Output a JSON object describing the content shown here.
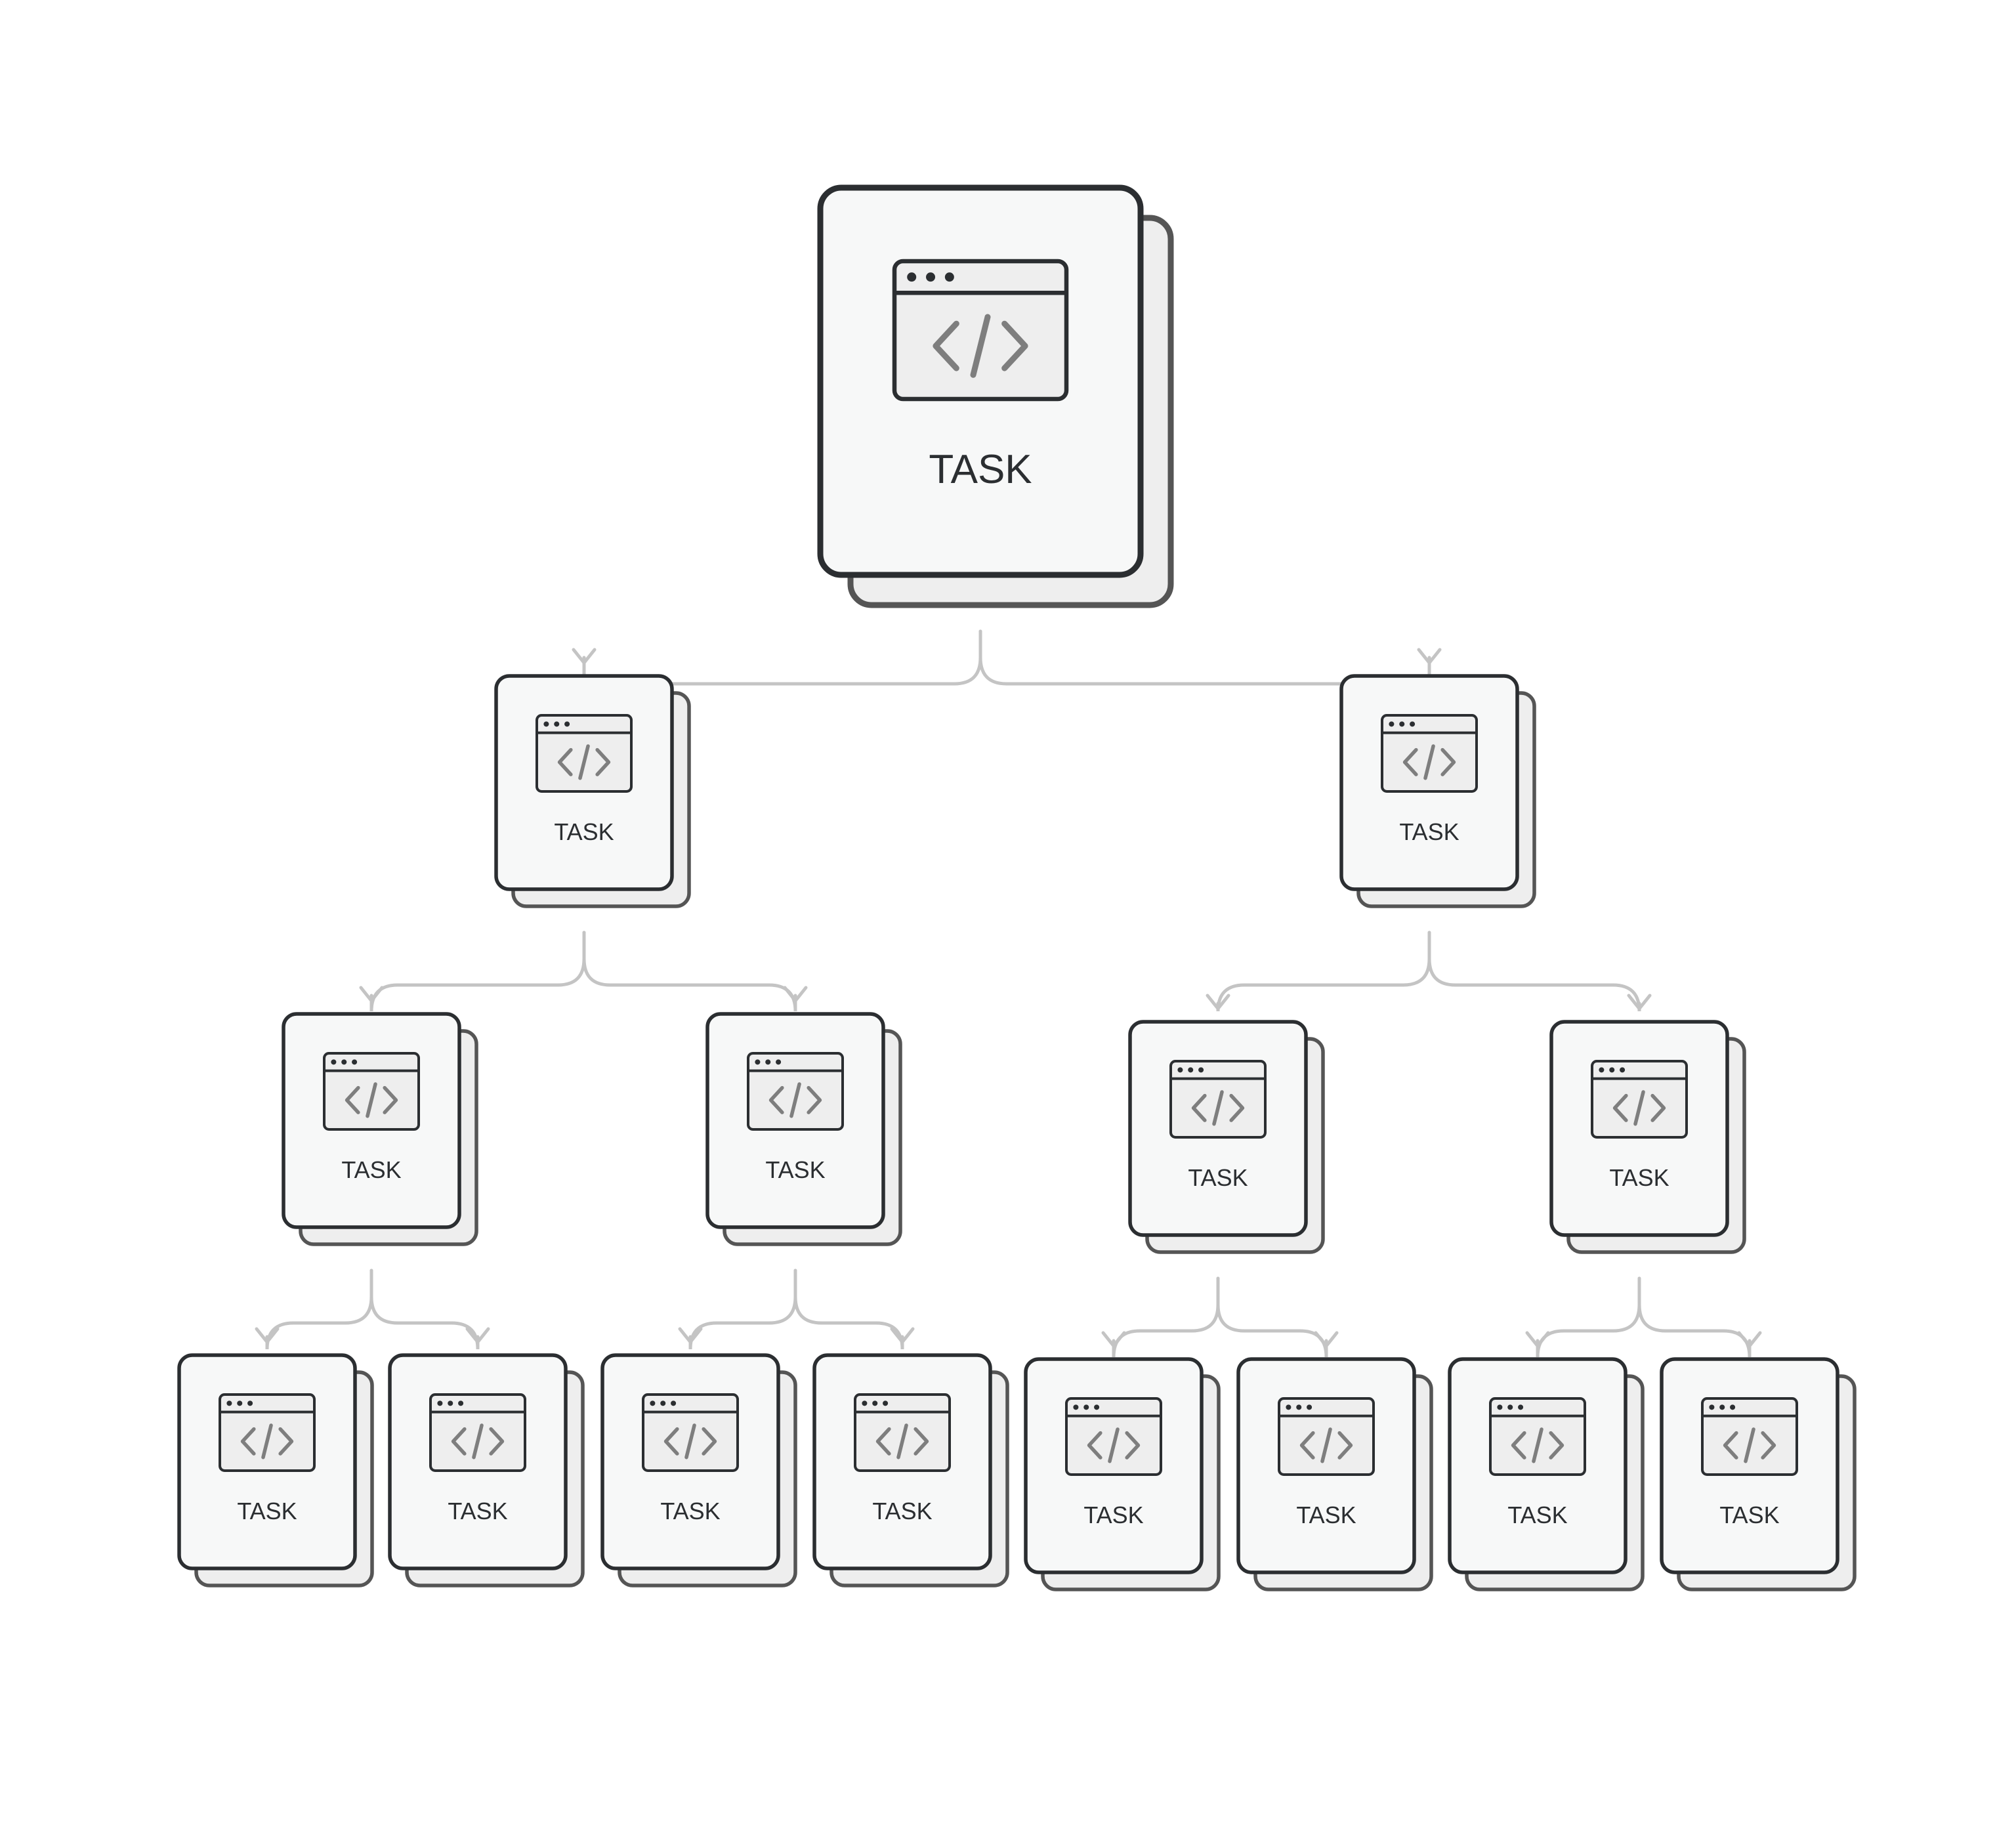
{
  "diagram": {
    "type": "tree",
    "colors": {
      "background": "#ffffff",
      "card_fill": "#f7f8f8",
      "card_back_fill": "#eeeeee",
      "card_stroke": "#2b2e31",
      "card_back_stroke": "#555555",
      "icon_fill": "#eeeeee",
      "icon_glyph": "#7e7e7e",
      "connector": "#c4c4c4"
    },
    "root": {
      "label": "TASK",
      "icon": "code-window-icon",
      "children": [
        {
          "label": "TASK",
          "icon": "code-window-icon",
          "children": [
            {
              "label": "TASK",
              "icon": "code-window-icon",
              "children": [
                {
                  "label": "TASK",
                  "icon": "code-window-icon"
                },
                {
                  "label": "TASK",
                  "icon": "code-window-icon"
                }
              ]
            },
            {
              "label": "TASK",
              "icon": "code-window-icon",
              "children": [
                {
                  "label": "TASK",
                  "icon": "code-window-icon"
                },
                {
                  "label": "TASK",
                  "icon": "code-window-icon"
                }
              ]
            }
          ]
        },
        {
          "label": "TASK",
          "icon": "code-window-icon",
          "children": [
            {
              "label": "TASK",
              "icon": "code-window-icon",
              "children": [
                {
                  "label": "TASK",
                  "icon": "code-window-icon"
                },
                {
                  "label": "TASK",
                  "icon": "code-window-icon"
                }
              ]
            },
            {
              "label": "TASK",
              "icon": "code-window-icon",
              "children": [
                {
                  "label": "TASK",
                  "icon": "code-window-icon"
                },
                {
                  "label": "TASK",
                  "icon": "code-window-icon"
                }
              ]
            }
          ]
        }
      ]
    }
  }
}
